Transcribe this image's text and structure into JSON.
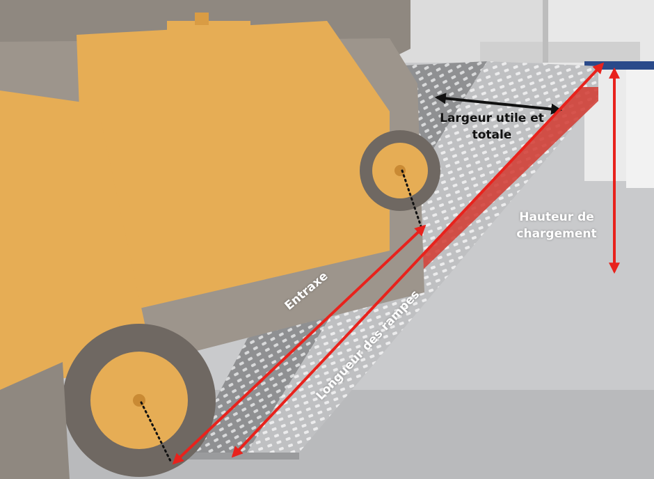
{
  "labels": {
    "largeur_line1": "Largeur utile et",
    "largeur_line2": "totale",
    "hauteur_line1": "Hauteur de",
    "hauteur_line2": "chargement",
    "entraxe": "Entraxe",
    "longueur": "Longueur des rampes"
  },
  "colors": {
    "dimension_red": "#e8221c",
    "dimension_black": "#111111",
    "forklift_yellow": "#e6ad55",
    "forklift_gray": "#9d958c",
    "floor": "#c9cacc",
    "ramp_metal": "#b8b9bb"
  }
}
